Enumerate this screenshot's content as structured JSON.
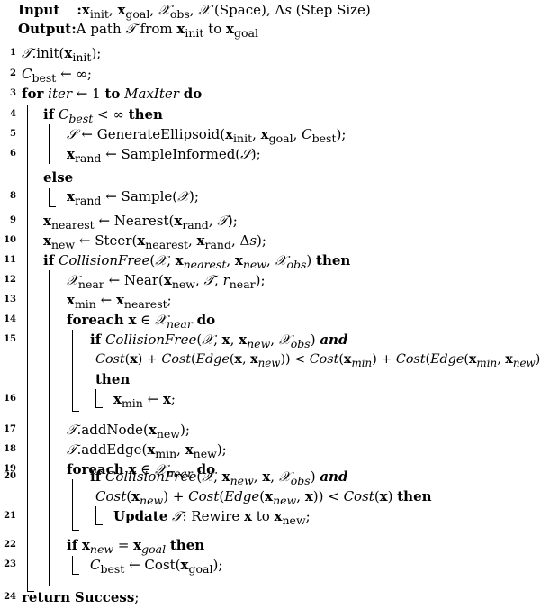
{
  "header": {
    "input_label": "Input",
    "input_text": ":x_init, x_goal, 𝒳_obs, 𝒳 (Space), Δs (Step Size)",
    "output_label": "Output:",
    "output_text": "A path 𝒯 from x_init to x_goal"
  },
  "lines": [
    {
      "n": "1",
      "text": "𝒯.init(x_init);"
    },
    {
      "n": "2",
      "text": "C_best ← ∞;"
    },
    {
      "n": "3",
      "text": "for iter ← 1 to MaxIter do"
    },
    {
      "n": "4",
      "text": "if C_best < ∞ then"
    },
    {
      "n": "5",
      "text": "𝒮 ← GenerateEllipsoid(x_init, x_goal, C_best);"
    },
    {
      "n": "6",
      "text": "x_rand ← SampleInformed(𝒮);"
    },
    {
      "n": "",
      "text": "else"
    },
    {
      "n": "8",
      "text": "x_rand ← Sample(𝒳);"
    },
    {
      "n": "9",
      "text": "x_nearest ← Nearest(x_rand, 𝒯);"
    },
    {
      "n": "10",
      "text": "x_new ← Steer(x_nearest, x_rand, Δs);"
    },
    {
      "n": "11",
      "text": "if CollisionFree(𝒳, x_nearest, x_new, 𝒳_obs) then"
    },
    {
      "n": "12",
      "text": "𝒳_near ← Near(x_new, 𝒯, r_near);"
    },
    {
      "n": "13",
      "text": "x_min ← x_nearest;"
    },
    {
      "n": "14",
      "text": "foreach x ∈ 𝒳_near do"
    },
    {
      "n": "15",
      "text": "if CollisionFree(𝒳, x, x_new, 𝒳_obs) and"
    },
    {
      "n": "",
      "text": "Cost(x) + Cost(Edge(x, x_new)) < Cost(x_min) + Cost(Edge(x_min, x_new))"
    },
    {
      "n": "",
      "text": "then"
    },
    {
      "n": "16",
      "text": "x_min ← x;"
    },
    {
      "n": "17",
      "text": "𝒯.addNode(x_new);"
    },
    {
      "n": "18",
      "text": "𝒯.addEdge(x_min, x_new);"
    },
    {
      "n": "19",
      "text": "foreach x ∈ 𝒳_near do"
    },
    {
      "n": "20",
      "text": "if CollisionFree(𝒳, x_new, x, 𝒳_obs) and"
    },
    {
      "n": "",
      "text": "Cost(x_new) + Cost(Edge(x_new, x)) < Cost(x) then"
    },
    {
      "n": "21",
      "text": "Update 𝒯: Rewire x to x_new;"
    },
    {
      "n": "22",
      "text": "if x_new = x_goal then"
    },
    {
      "n": "23",
      "text": "C_best ← Cost(x_goal);"
    },
    {
      "n": "24",
      "text": "return Success;"
    }
  ]
}
